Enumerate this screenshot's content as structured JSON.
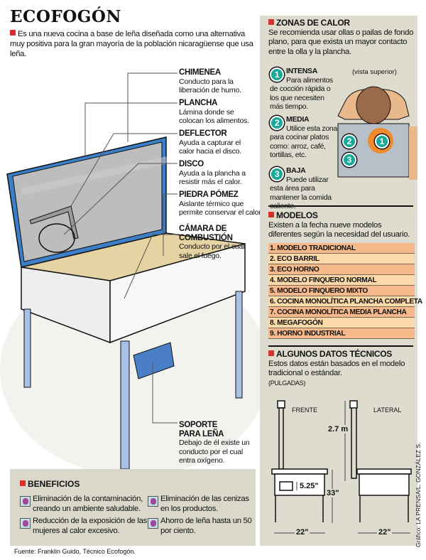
{
  "title": "ECOFOGÓN",
  "intro": "Es una nueva cocina a base de leña diseñada como una alternativa muy positiva para la gran mayoría de la población nicaragüense que usa leña.",
  "parts": [
    {
      "name": "CHIMENEA",
      "desc": "Conducto para la liberación de humo."
    },
    {
      "name": "PLANCHA",
      "desc": "Lámina donde se colocan los alimentos."
    },
    {
      "name": "DEFLECTOR",
      "desc": "Ayuda a capturar el calor hacia el disco."
    },
    {
      "name": "DISCO",
      "desc": "Ayuda a la plancha a resistir más el calor."
    },
    {
      "name": "PIEDRA PÓMEZ",
      "desc": "Aislante térmico que permite conservar el calor."
    },
    {
      "name": "CÁMARA DE COMBUSTIÓN",
      "desc": "Conducto por el cual sale el fuego."
    },
    {
      "name": "SOPORTE PARA LEÑA",
      "desc": "Debajo de él existe un conducto por el cual entra oxígeno."
    }
  ],
  "zonas": {
    "title": "ZONAS DE CALOR",
    "intro": "Se recomienda usar ollas o pailas de fondo plano, para que exista un mayor contacto entre la olla y la plancha.",
    "view_label": "(vista superior)",
    "items": [
      {
        "num": "1",
        "name": "INTENSA",
        "desc": "Para alimentos de cocción rápida o los que necesiten más tiempo."
      },
      {
        "num": "2",
        "name": "MEDIA",
        "desc": "Utilice esta zona para cocinar platos como: arroz, café, tortillas, etc."
      },
      {
        "num": "3",
        "name": "BAJA",
        "desc": "Puede utilizar esta área para mantener la comida caliente."
      }
    ]
  },
  "modelos": {
    "title": "MODELOS",
    "intro": "Existen a la fecha nueve modelos diferentes según la necesidad del usuario.",
    "items": [
      "1. MODELO TRADICIONAL",
      "2. ECO BARRIL",
      "3. ECO HORNO",
      "4. MODELO FINQUERO NORMAL",
      "5. MODELO FINQUERO MIXTO",
      "6. COCINA MONOLÍTICA PLANCHA COMPLETA",
      "7. COCINA MONOLÍTICA MEDIA PLANCHA",
      "8. MEGAFOGÓN",
      "9. HORNO INDUSTRIAL"
    ]
  },
  "datos": {
    "title": "ALGUNOS DATOS TÉCNICOS",
    "intro": "Estos datos están basados en el modelo tradicional o estándar.",
    "units": "(PULGADAS)",
    "front_label": "FRENTE",
    "side_label": "LATERAL",
    "chimney_height": "2.7 m",
    "opening": "5.25\"",
    "height": "33\"",
    "width_front": "22\"",
    "width_side": "22\""
  },
  "beneficios": {
    "title": "BENEFICIOS",
    "items": [
      "Eliminación de la contaminación, creando un ambiente saludable.",
      "Eliminación de las cenizas en los productos.",
      "Reducción de la exposición de las mujeres al calor excesivo.",
      "Ahorro de leña hasta un 50 por ciento."
    ]
  },
  "source": "Fuente: Franklin Guido, Técnico Ecofogón.",
  "credit": "Gráfico: LA PRENSA/L. GONZÁLEZ S.",
  "colors": {
    "accent": "#d9302a",
    "teal": "#18a99a",
    "frame_blue": "#3a7fc7",
    "orange": "#f08a2c"
  }
}
